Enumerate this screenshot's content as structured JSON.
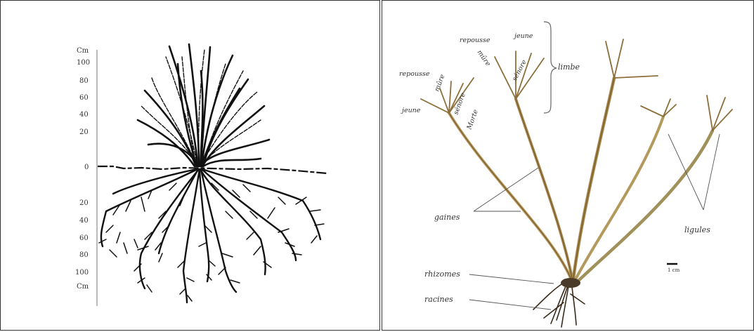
{
  "root_drawing": {
    "unit_top": "Cm",
    "unit_bottom": "Cm",
    "ticks_above": [
      "100",
      "80",
      "60",
      "40",
      "20"
    ],
    "tick_zero": "0",
    "ticks_below": [
      "20",
      "40",
      "60",
      "80",
      "100"
    ]
  },
  "plant_labels": {
    "repousse_1": "repousse",
    "mure_1": "mûre",
    "senore_1": "sénore",
    "morte": "Morte",
    "jeune_1": "jeune",
    "repousse_2": "repousse",
    "jeune_2": "jeune",
    "mure_2": "mûre",
    "senore_2": "sénore",
    "limbe": "limbe",
    "gaines": "gaines",
    "ligules": "ligules",
    "rhizomes": "rhizomes",
    "racines": "racines",
    "scale_bar": "1 cm"
  }
}
